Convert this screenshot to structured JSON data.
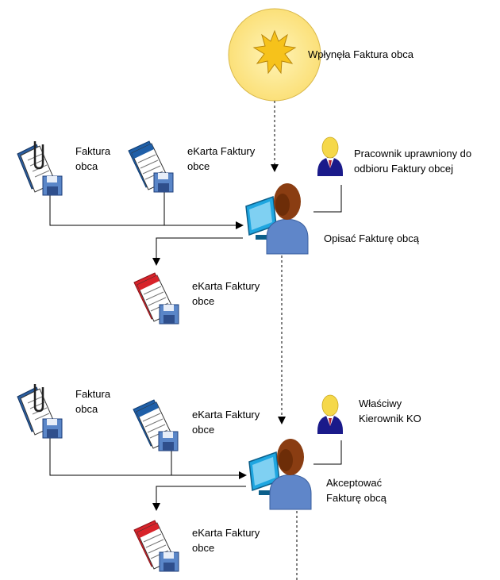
{
  "event": {
    "label": "Wpłynęła Faktura obca"
  },
  "section1": {
    "doc_a": "Faktura\nobca",
    "doc_b": "eKarta Faktury\nobce",
    "role": "Pracownik uprawniony do\nodbioru Faktury obcej",
    "activity": "Opisać Fakturę obcą",
    "output_doc": "eKarta Faktury\nobce"
  },
  "section2": {
    "doc_a": "Faktura\nobca",
    "doc_b": "eKarta Faktury\nobce",
    "role": "Właściwy\nKierownik KO",
    "activity": "Akceptować\nFakturę obcą",
    "output_doc": "eKarta Faktury\nobce"
  },
  "colors": {
    "event_fill": "#fde98a",
    "event_star": "#f6c21b",
    "doc_blue": "#1f5fa8",
    "doc_red": "#d8232a",
    "disk": "#5a86c8",
    "monitor": "#1fa6e0",
    "worker_body": "#5f86c9",
    "worker_hair": "#8a3d12",
    "role_suit": "#1a1a8a",
    "role_hair": "#f5d84a"
  }
}
